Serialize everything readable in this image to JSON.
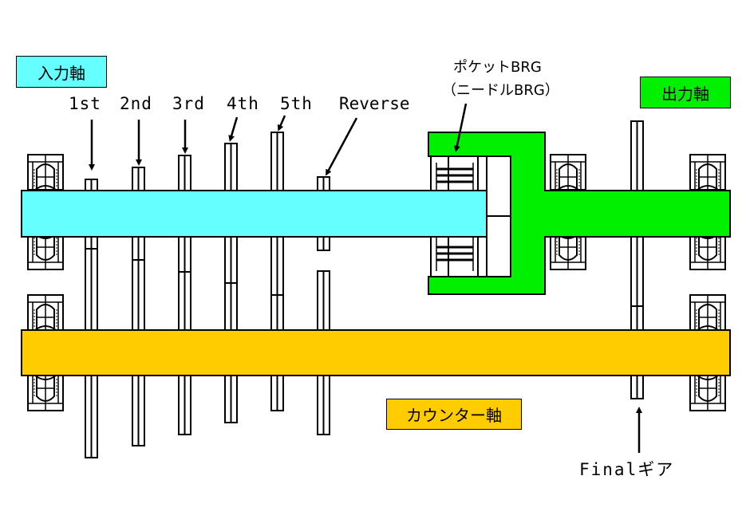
{
  "diagram": {
    "title_hidden": "Transmission shaft and gear layout",
    "colors": {
      "input_shaft": "#66FFFF",
      "output_shaft": "#00F000",
      "counter_shaft": "#FFCC00",
      "outline": "#000000",
      "background": "#FFFFFF"
    },
    "labels": {
      "input_shaft": "入力軸",
      "output_shaft": "出力軸",
      "counter_shaft": "カウンター軸",
      "pocket_bearing_line1": "ポケットBRG",
      "pocket_bearing_line2": "（ニードルBRG）",
      "final_gear": "Finalギア"
    },
    "gears": [
      {
        "label": "1st"
      },
      {
        "label": "2nd"
      },
      {
        "label": "3rd"
      },
      {
        "label": "4th"
      },
      {
        "label": "5th"
      },
      {
        "label": "Reverse"
      }
    ]
  }
}
